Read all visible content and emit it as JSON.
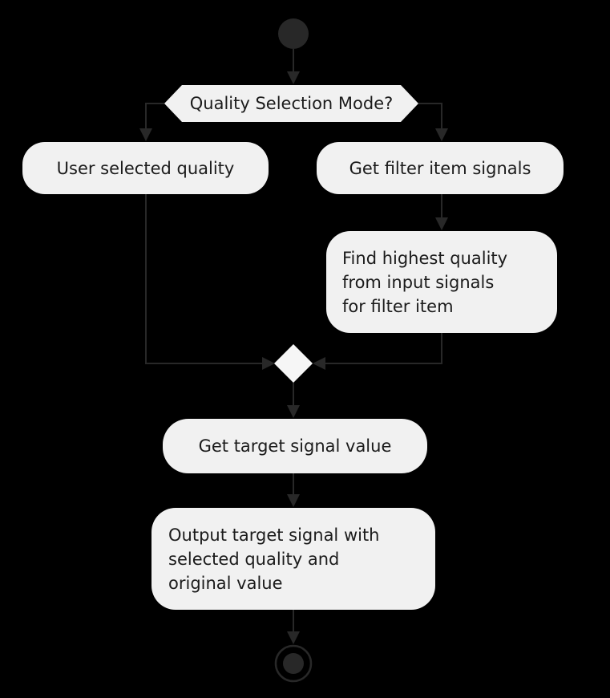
{
  "diagram": {
    "type": "activity-flowchart",
    "decision": {
      "label": "Quality Selection Mode?"
    },
    "actions": {
      "user_selected_quality": {
        "label": "User selected quality"
      },
      "get_filter_item_signals": {
        "label": "Get filter item signals"
      },
      "find_highest_quality": {
        "label": "Find highest quality\nfrom input signals\nfor filter item"
      },
      "get_target_signal_value": {
        "label": "Get target signal value"
      },
      "output_target_signal": {
        "label": "Output target signal with\nselected quality and\noriginal value"
      }
    },
    "nodes": {
      "start": "start-node",
      "merge": "merge-node",
      "end": "end-node"
    },
    "colors": {
      "background": "#000000",
      "node_fill": "#f1f1f1",
      "merge_fill": "#f6f6f6",
      "text": "#1b1b1b",
      "connector": "#282828"
    }
  }
}
